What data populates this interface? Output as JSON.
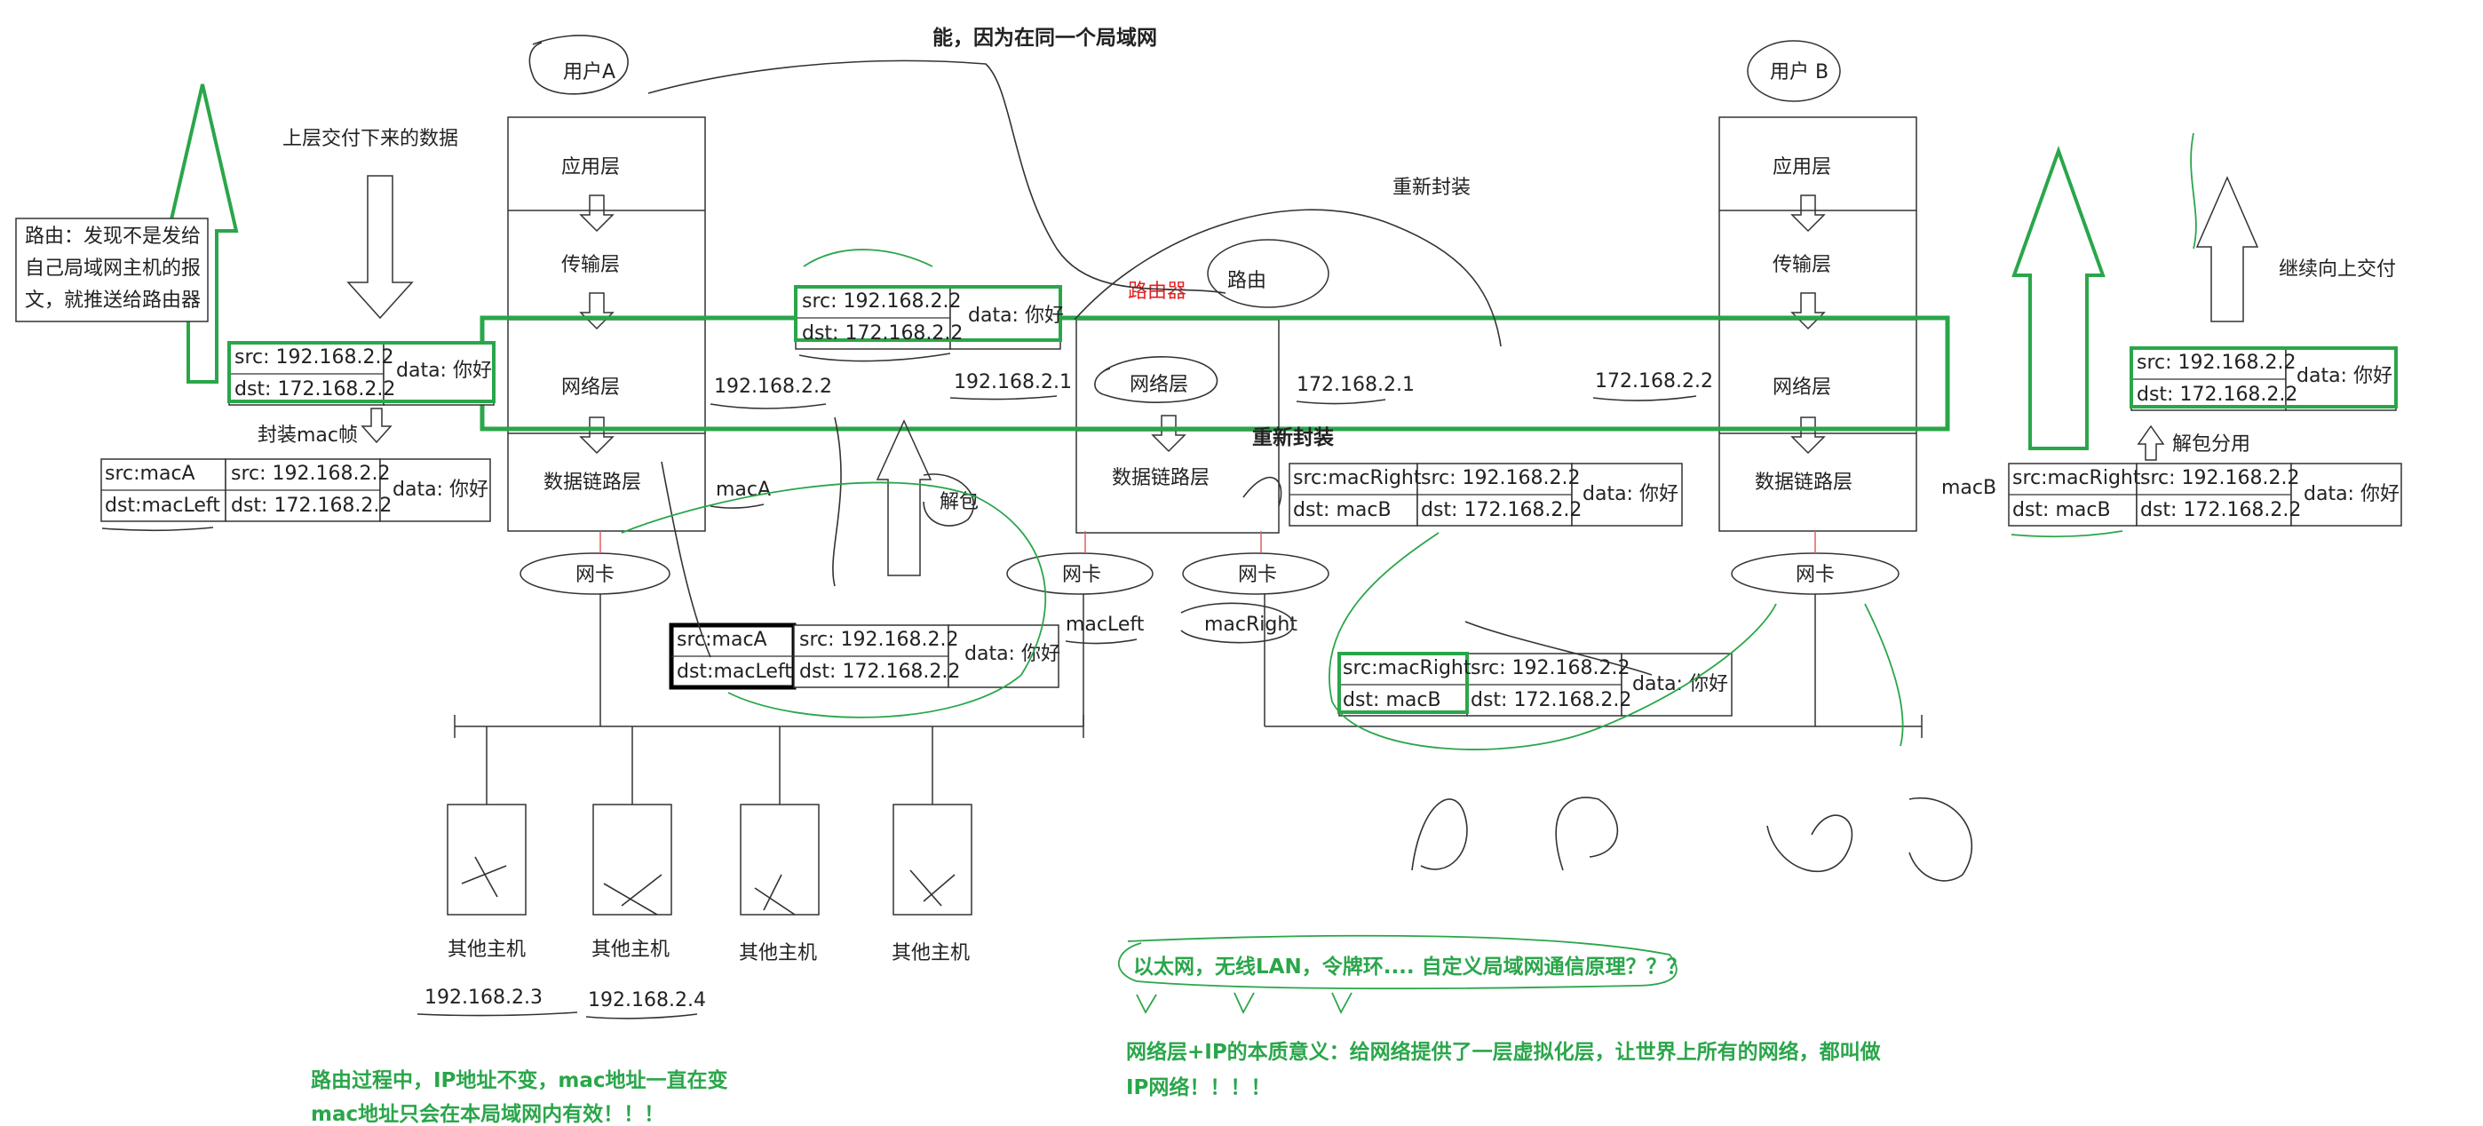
{
  "title_top": "能，因为在同一个局域网",
  "user_a": "用户A",
  "user_b": "用户 B",
  "stack_a": [
    "应用层",
    "传输层",
    "网络层",
    "数据链路层"
  ],
  "stack_b": [
    "应用层",
    "传输层",
    "网络层",
    "数据链路层"
  ],
  "router_layers": [
    "网络层",
    "数据链路层"
  ],
  "router_label": "路由器",
  "route_bubble": "路由",
  "repack_top": "重新封装",
  "repack_mid": "重新封装",
  "upper_delivered": "上层交付下来的数据",
  "wrap_mac": "封装mac帧",
  "unpack": "解包",
  "unpack_divide": "解包分用",
  "continue_up": "继续向上交付",
  "route_note": [
    "路由：发现不是发给",
    "自己局域网主机的报",
    "文，就推送给路由器"
  ],
  "nic": "网卡",
  "mac_a": "macA",
  "mac_b": "macB",
  "mac_left": "macLeft",
  "mac_right": "macRight",
  "ip_192_2": "192.168.2.2",
  "ip_192_1": "192.168.2.1",
  "ip_172_1": "172.168.2.1",
  "ip_172_2": "172.168.2.2",
  "src_ip": "src: 192.168.2.2",
  "dst_ip": "dst: 172.168.2.2",
  "data_hello": "data: 你好",
  "src_mac_a": "src:macA",
  "dst_mac_left": "dst:macLeft",
  "src_mac_right": "src:macRight",
  "dst_mac_b": "dst: macB",
  "other_host": "其他主机",
  "ip_host_3": "192.168.2.3",
  "ip_host_4": "192.168.2.4",
  "note_left": [
    "路由过程中，IP地址不变，mac地址一直在变",
    "mac地址只会在本局域网内有效！！！"
  ],
  "note_lan": "以太网，无线LAN，令牌环.... 自定义局域网通信原理？？？",
  "note_ip": [
    "网络层+IP的本质意义：给网络提供了一层虚拟化层，让世界上所有的网络，都叫做",
    "IP网络！！！！"
  ]
}
